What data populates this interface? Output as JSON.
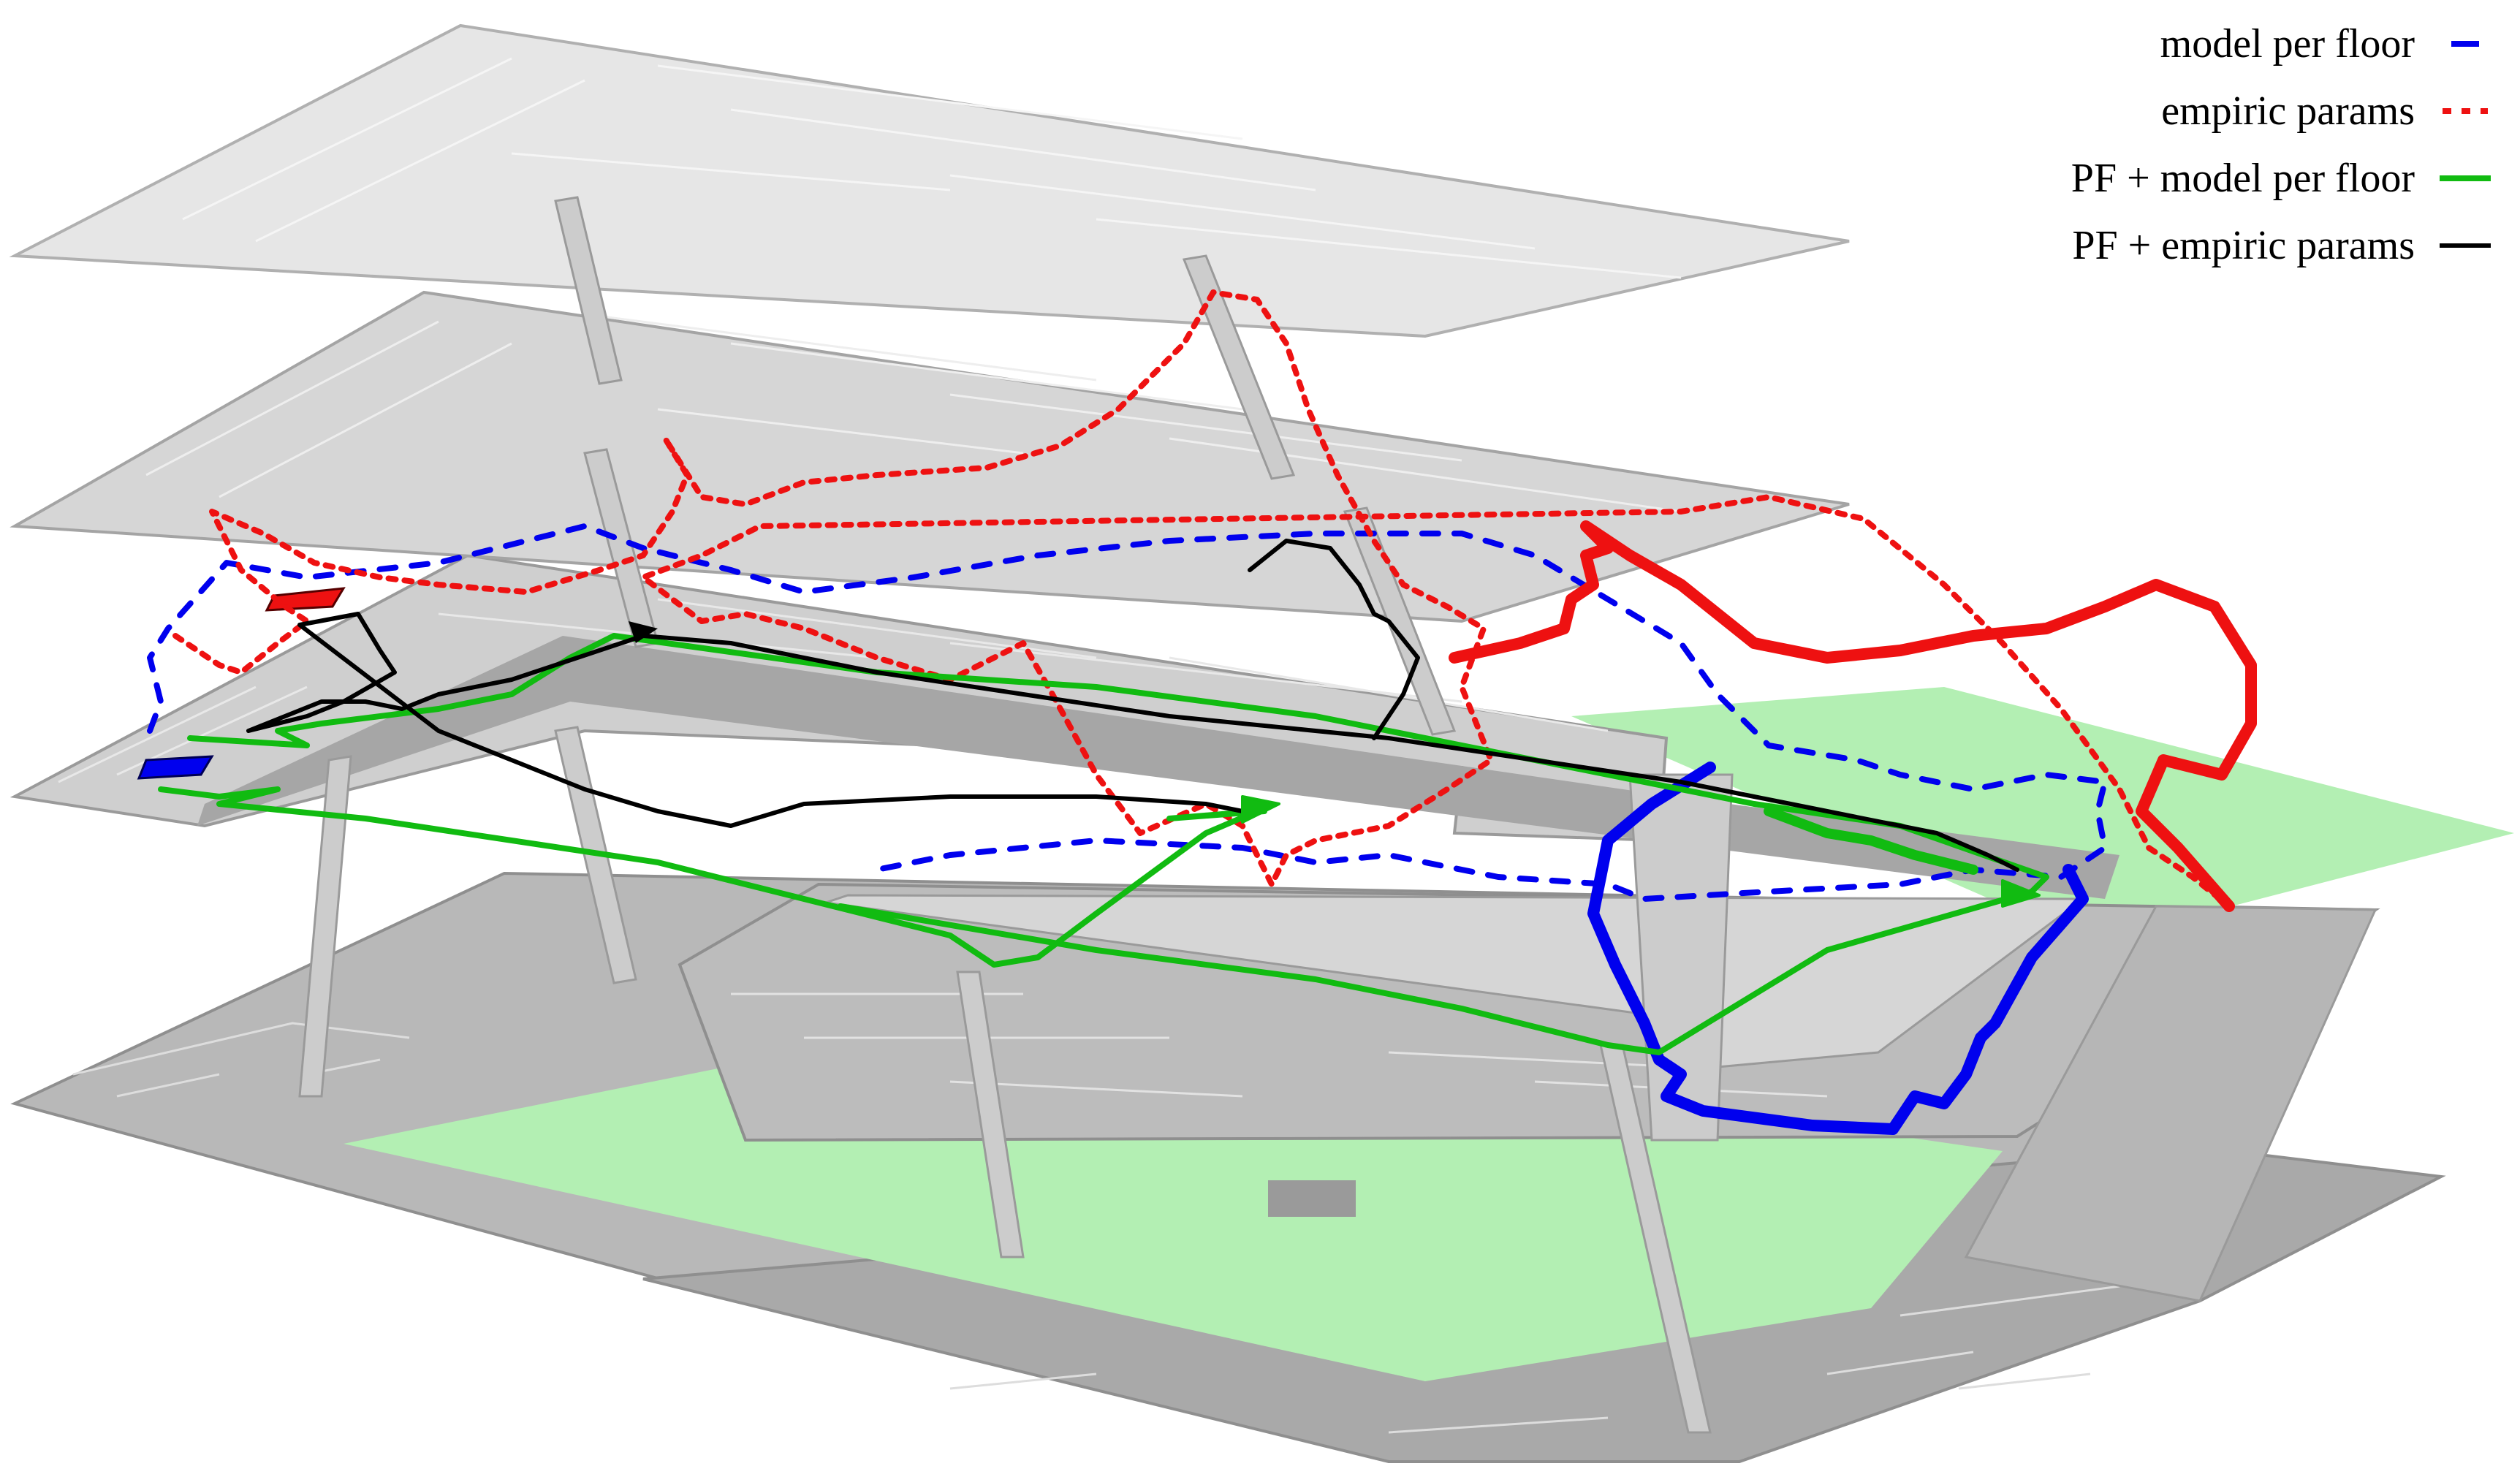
{
  "legend": [
    {
      "label": "model per floor",
      "color": "#0000ee",
      "dash": "22 22",
      "width": 8
    },
    {
      "label": "empiric params",
      "color": "#ee1111",
      "dash": "10 12",
      "width": 8
    },
    {
      "label": "PF + model per floor",
      "color": "#11bb11",
      "dash": "",
      "width": 8
    },
    {
      "label": "PF + empiric params",
      "color": "#000000",
      "dash": "",
      "width": 6
    }
  ],
  "colors": {
    "floor_light": "#e6e6e6",
    "floor_mid": "#d2d2d2",
    "floor_dark": "#a8a8a8",
    "floor_edge": "#9a9a9a",
    "pillar": "#cccccc",
    "ground_highlight": "#b3efb3"
  }
}
